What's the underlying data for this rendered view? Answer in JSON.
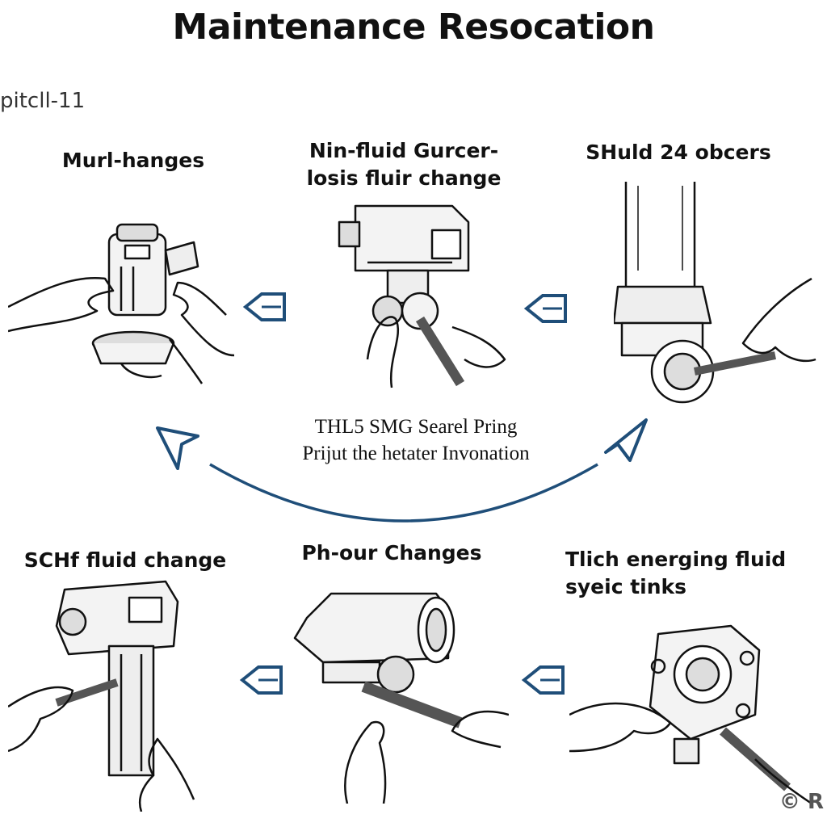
{
  "title": "Maintenance Resocation",
  "tag": "pitcll-11",
  "steps": [
    {
      "id": "s1",
      "lines": [
        "Murl-hanges"
      ]
    },
    {
      "id": "s2",
      "lines": [
        "Nin-fluid Gurcer-",
        "losis fluir change"
      ]
    },
    {
      "id": "s3",
      "lines": [
        "SHuld 24 obcers"
      ]
    },
    {
      "id": "s4",
      "lines": [
        "SCHf fluid change"
      ]
    },
    {
      "id": "s5",
      "lines": [
        "Ph-our Changes"
      ]
    },
    {
      "id": "s6",
      "lines": [
        "Tlich energing fluid",
        "syeic tinks"
      ]
    }
  ],
  "center": {
    "line1": "THL5 SMG Searel Pring",
    "line2": "Prijut the hetater Invonation"
  },
  "watermark": "© R",
  "colors": {
    "arrow": "#1f4e79",
    "ink": "#111111"
  },
  "icons": {
    "arrows": "chevron-left-arrow-icon",
    "cycle": "curved-cycle-arrow-icon"
  }
}
